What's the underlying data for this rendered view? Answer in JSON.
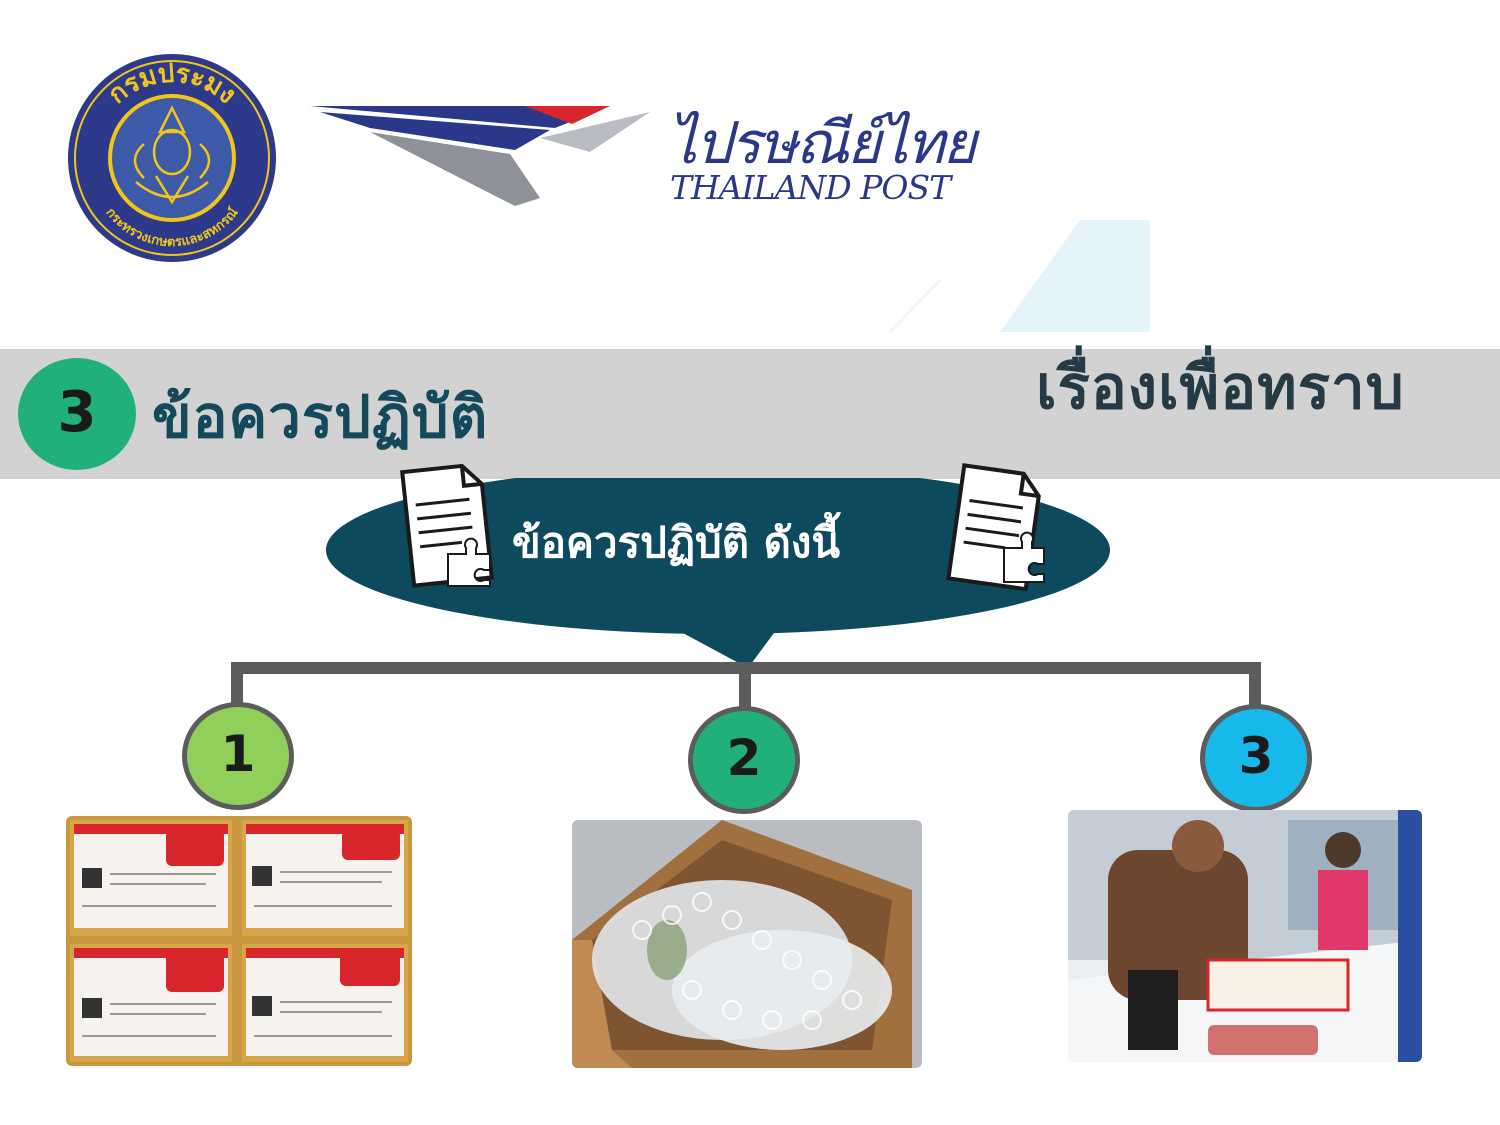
{
  "header": {
    "seal_text_top": "กรมประมง",
    "seal_text_bottom": "กระทรวงเกษตรและสหกรณ์",
    "post_logo_thai": "ไปรษณีย์ไทย",
    "post_logo_en": "THAILAND POST"
  },
  "band": {
    "number": "3",
    "section_title": "ข้อควรปฏิบัติ",
    "info_title": "เรื่องเพื่อทราบ"
  },
  "bubble": {
    "label": "ข้อควรปฏิบัติ ดังนี้"
  },
  "steps": [
    {
      "number": "1",
      "color": "#8fcf5a"
    },
    {
      "number": "2",
      "color": "#22b07a"
    },
    {
      "number": "3",
      "color": "#17b8ea"
    }
  ],
  "colors": {
    "band": "#d2d2d2",
    "bubble": "#0e4a5e",
    "title_text": "#13495a",
    "connector": "#5c5c5c",
    "post_blue": "#2b3788",
    "post_red": "#d9262c"
  },
  "icons": [
    "document-puzzle-icon",
    "document-puzzle-icon"
  ],
  "photos": [
    {
      "name": "labeled-parcel-boxes"
    },
    {
      "name": "bubble-wrapped-package"
    },
    {
      "name": "packing-at-post-office"
    }
  ]
}
